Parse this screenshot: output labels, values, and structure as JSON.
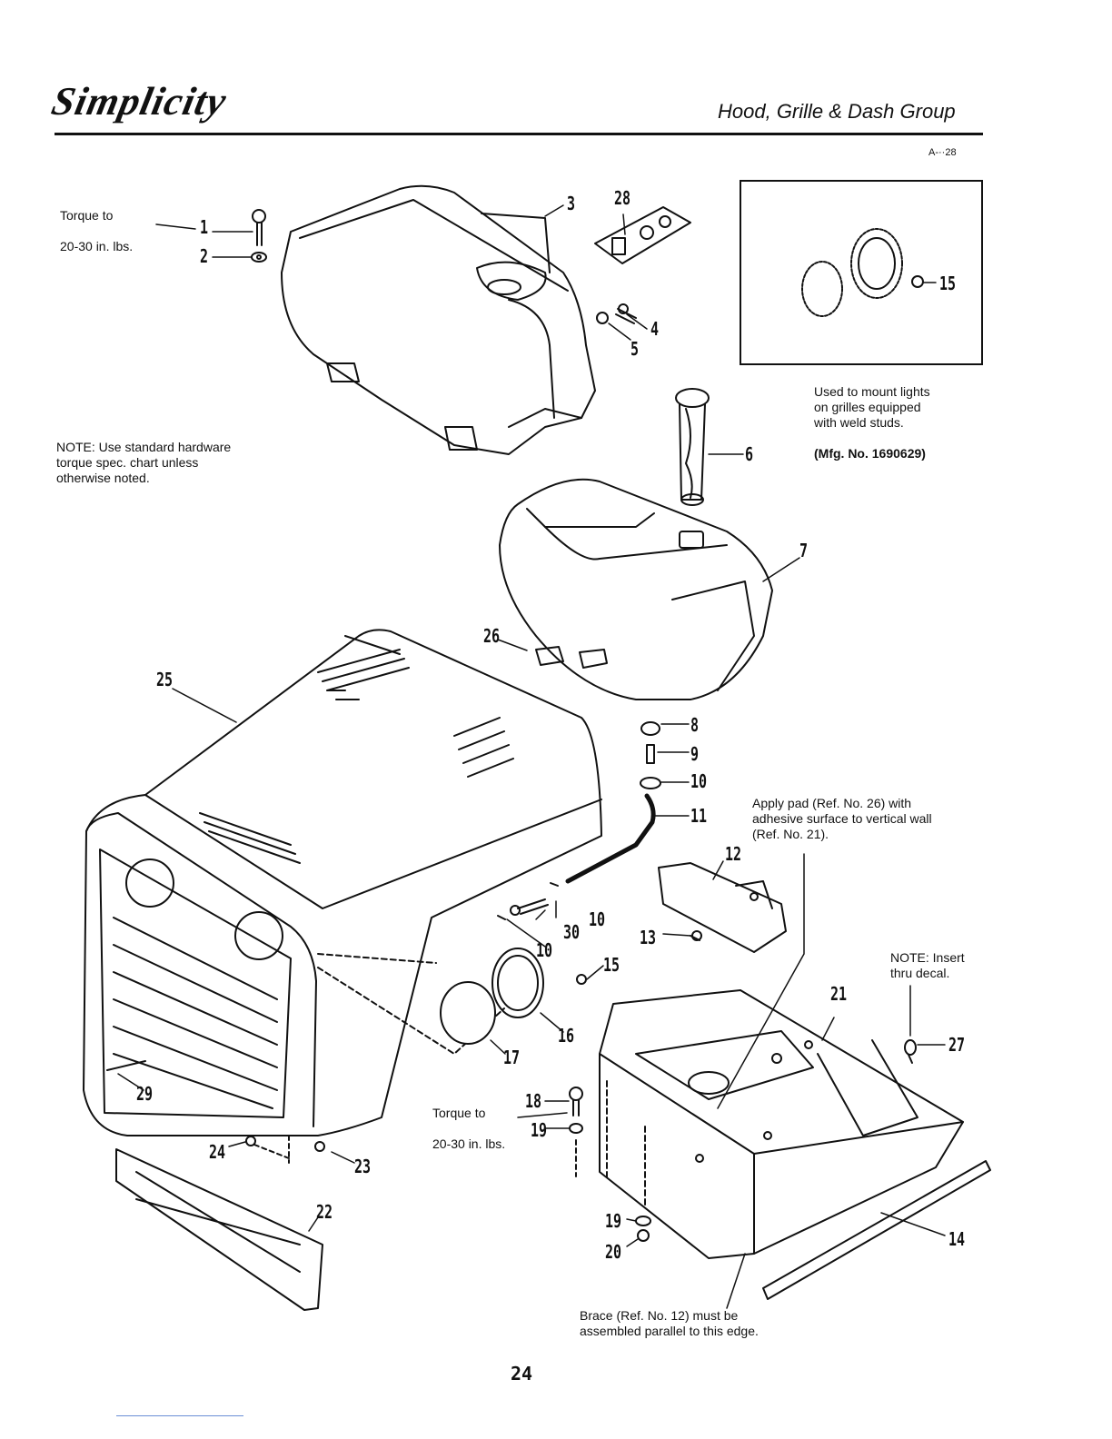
{
  "header": {
    "brand": "Simplicity",
    "section_title": "Hood, Grille & Dash Group",
    "figure_id": "A-··28"
  },
  "notes": {
    "torque_top_line1": "Torque to",
    "torque_top_line2": "20-30 in. lbs.",
    "standard_hardware": "NOTE: Use standard hardware\ntorque spec. chart unless\notherwise noted.",
    "inset_caption": "Used to mount lights\non grilles equipped\nwith weld studs.",
    "inset_caption_bold": "(Mfg. No. 1690629)",
    "apply_pad": "Apply pad (Ref. No. 26) with\nadhesive surface to vertical wall\n(Ref. No. 21).",
    "insert_decal": "NOTE: Insert\nthru decal.",
    "torque_mid_line1": "Torque to",
    "torque_mid_line2": "20-30 in. lbs.",
    "brace": "Brace (Ref. No. 12) must be\nassembled parallel to this edge."
  },
  "callouts": {
    "c1": "1",
    "c2": "2",
    "c3": "3",
    "c4": "4",
    "c5": "5",
    "c6": "6",
    "c7": "7",
    "c8": "8",
    "c9": "9",
    "c10a": "10",
    "c10b": "10",
    "c10c": "10",
    "c11": "11",
    "c12": "12",
    "c13": "13",
    "c14": "14",
    "c15a": "15",
    "c15b": "15",
    "c16": "16",
    "c17": "17",
    "c18": "18",
    "c19a": "19",
    "c19b": "19",
    "c20": "20",
    "c21": "21",
    "c22": "22",
    "c23": "23",
    "c24": "24",
    "c25": "25",
    "c26": "26",
    "c27": "27",
    "c28": "28",
    "c29": "29",
    "c30": "30"
  },
  "footer": {
    "page_number": "24"
  }
}
